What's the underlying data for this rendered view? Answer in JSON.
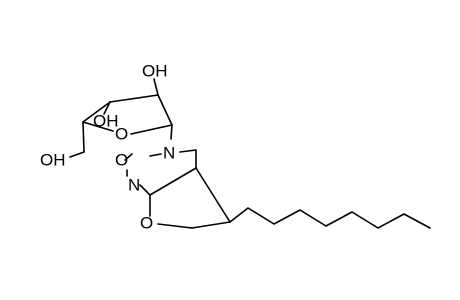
{
  "molecule": {
    "colors": {
      "bond": "#000000",
      "label": "#000000",
      "background": "#ffffff"
    },
    "atoms": {
      "oh_top": "OH",
      "oh_mid": "OH",
      "oh_left": "OH",
      "o_ring": "O",
      "n_glyco": "N",
      "o_carbonyl": "O",
      "n_ring": "N",
      "o_furan": "O"
    }
  }
}
